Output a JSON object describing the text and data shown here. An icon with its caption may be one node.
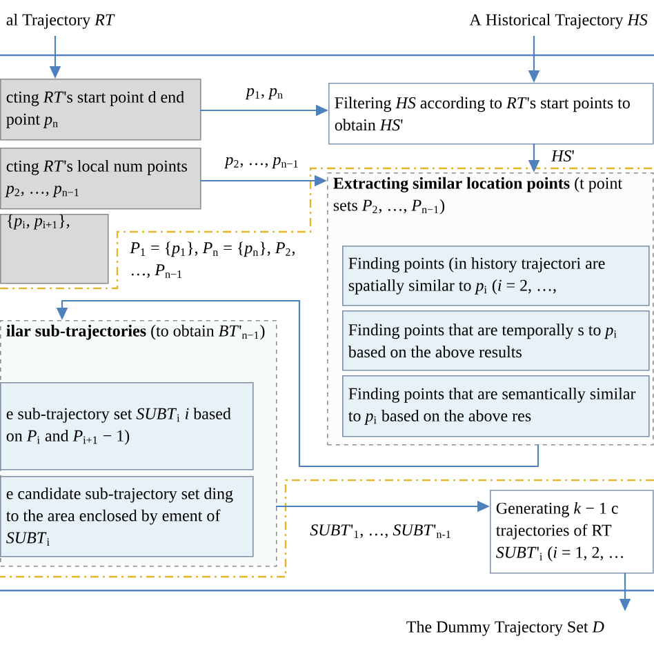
{
  "diagram": {
    "nodes": [
      {
        "text": [
          "al Trajectory *RT*"
        ]
      },
      {
        "text": [
          "A Historical  Trajectory *HS*"
        ]
      },
      {
        "text": [
          "cting *RT*'s start point d end point *p*$_{n}$"
        ]
      },
      {
        "text": [
          "cting *RT*'s local num points *p*$_{2}$, …, *p*$_{n−1}$"
        ]
      },
      {
        "text": [
          "{*p*$_{i}$, *p*$_{i+1}$},"
        ]
      },
      {
        "text": [
          "Filtering *HS* according to *RT*'s start points to obtain *HS*'"
        ]
      },
      {
        "text": [
          "**Extracting similar location points** (t point sets *P*$_{2}$, …, *P*$_{n−1}$)"
        ]
      },
      {
        "text": [
          "Finding points (in history trajectori are spatially similar to *p*$_{i}$ (*i* = 2, …,"
        ],
        "in": 6
      },
      {
        "text": [
          "Finding points that are temporally s to *p*$_{i}$ based on the above results"
        ],
        "in": 6
      },
      {
        "text": [
          "Finding points that are semantically similar to *p*$_{i}$ based on the above res"
        ],
        "in": 6
      },
      {
        "text": [
          "**ilar sub-trajectories** (to obtain *BT*'$_{n−1}$)"
        ]
      },
      {
        "text": [
          "e sub-trajectory set *SUBT*$_{i}$ *i* based on *P*$_{i}$ and *P*$_{i+1}$ − 1)"
        ],
        "in": 10
      },
      {
        "text": [
          "e candidate sub-trajectory set ding to the area enclosed by ement of *SUBT*$_{i}$"
        ],
        "in": 10
      },
      {
        "text": [
          "Generating *k* − 1 c trajectories of RT *SUBT*'$_{i}$ (*i* = 1, 2, …"
        ]
      },
      {
        "text": [
          "The Dummy Trajectory Set *D*"
        ]
      }
    ],
    "edges": [
      {
        "from": 0,
        "to": 2,
        "arrow": "to"
      },
      {
        "from": 1,
        "to": 5,
        "arrow": "to"
      },
      {
        "from": 2,
        "to": 5,
        "arrow": "to",
        "label": "*p*$_{1}$, *p*$_{n}$"
      },
      {
        "from": 3,
        "to": 6,
        "arrow": "to",
        "label": "*p*$_{2}$, …, *p*$_{n−1}$"
      },
      {
        "from": 5,
        "to": 6,
        "arrow": "to",
        "label": "*HS*'"
      },
      {
        "from": 6,
        "to": 10,
        "arrow": "to",
        "label": "*P*$_{1}$ = {*p*$_{1}$}, *P*$_{n}$ = {*p*$_{n}$}, *P*$_{2}$, …, *P*$_{n−1}$"
      },
      {
        "from": 10,
        "to": 13,
        "arrow": "to",
        "label": "*SUBT*'$_{1}$, …, *SUBT*'$_{n-1}$"
      },
      {
        "from": 13,
        "to": 14,
        "arrow": "to"
      }
    ]
  }
}
